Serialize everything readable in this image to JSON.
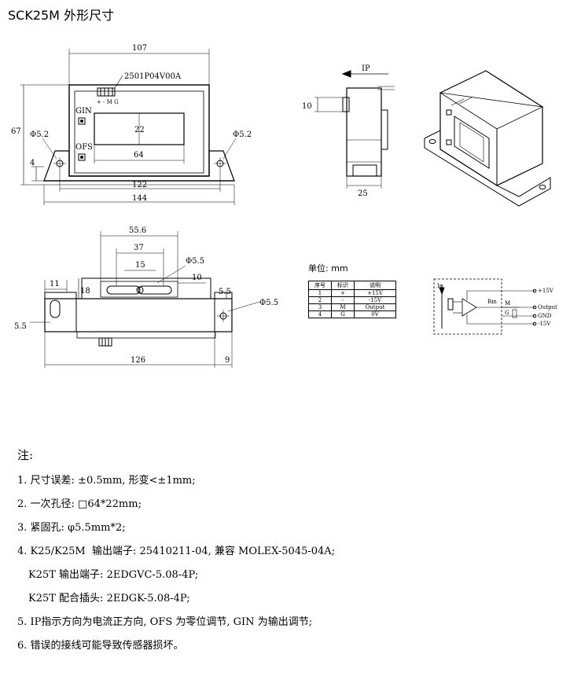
{
  "title": "SCK25M 外形尺寸",
  "front_view": {
    "width_107": "107",
    "connector_code": "2501P04V00A",
    "pins": "+ - M G",
    "gin": "GIN",
    "ofs": "OFS",
    "height_67": "67",
    "hole_left": "Φ5.2",
    "hole_right": "Φ5.2",
    "dim_4": "4",
    "window_h": "22",
    "window_w": "64",
    "width_122": "122",
    "width_144": "144"
  },
  "side_view": {
    "ip": "IP",
    "dim_10": "10",
    "dim_25": "25"
  },
  "top_view": {
    "dim_55_6": "55.6",
    "dim_37": "37",
    "dim_15": "15",
    "hole_mid": "Φ5.5",
    "dim_11": "11",
    "dim_18": "18",
    "dim_10": "10",
    "dim_5_5_right": "5.5",
    "hole_right": "Φ5.5",
    "dim_5_5_left": "5.5",
    "dim_126": "126",
    "dim_9": "9"
  },
  "unit": "单位: mm",
  "pin_table": {
    "headers": [
      "序号",
      "标识",
      "说明"
    ],
    "rows": [
      [
        "1",
        "+",
        "+15V"
      ],
      [
        "2",
        "-",
        "-15V"
      ],
      [
        "3",
        "M",
        "Output"
      ],
      [
        "4",
        "G",
        "0V"
      ]
    ]
  },
  "schematic": {
    "ip": "Ip",
    "plus15": "+15V",
    "output": "Output",
    "gnd": "GND",
    "minus15": "-15V",
    "rm": "Rm",
    "m": "M",
    "g": "G"
  },
  "notes": {
    "heading": "注:",
    "items": [
      "1. 尺寸误差: ±0.5mm, 形变<±1mm;",
      "2. 一次孔径: □64*22mm;",
      "3. 紧固孔: φ5.5mm*2;",
      "4. K25/K25M  输出端子: 25410211-04, 兼容 MOLEX-5045-04A;",
      "K25T 输出端子: 2EDGVC-5.08-4P;",
      "K25T 配合插头: 2EDGK-5.08-4P;",
      "5. IP指示方向为电流正方向, OFS 为零位调节, GIN 为输出调节;",
      "6. 错误的接线可能导致传感器损坏。"
    ]
  }
}
